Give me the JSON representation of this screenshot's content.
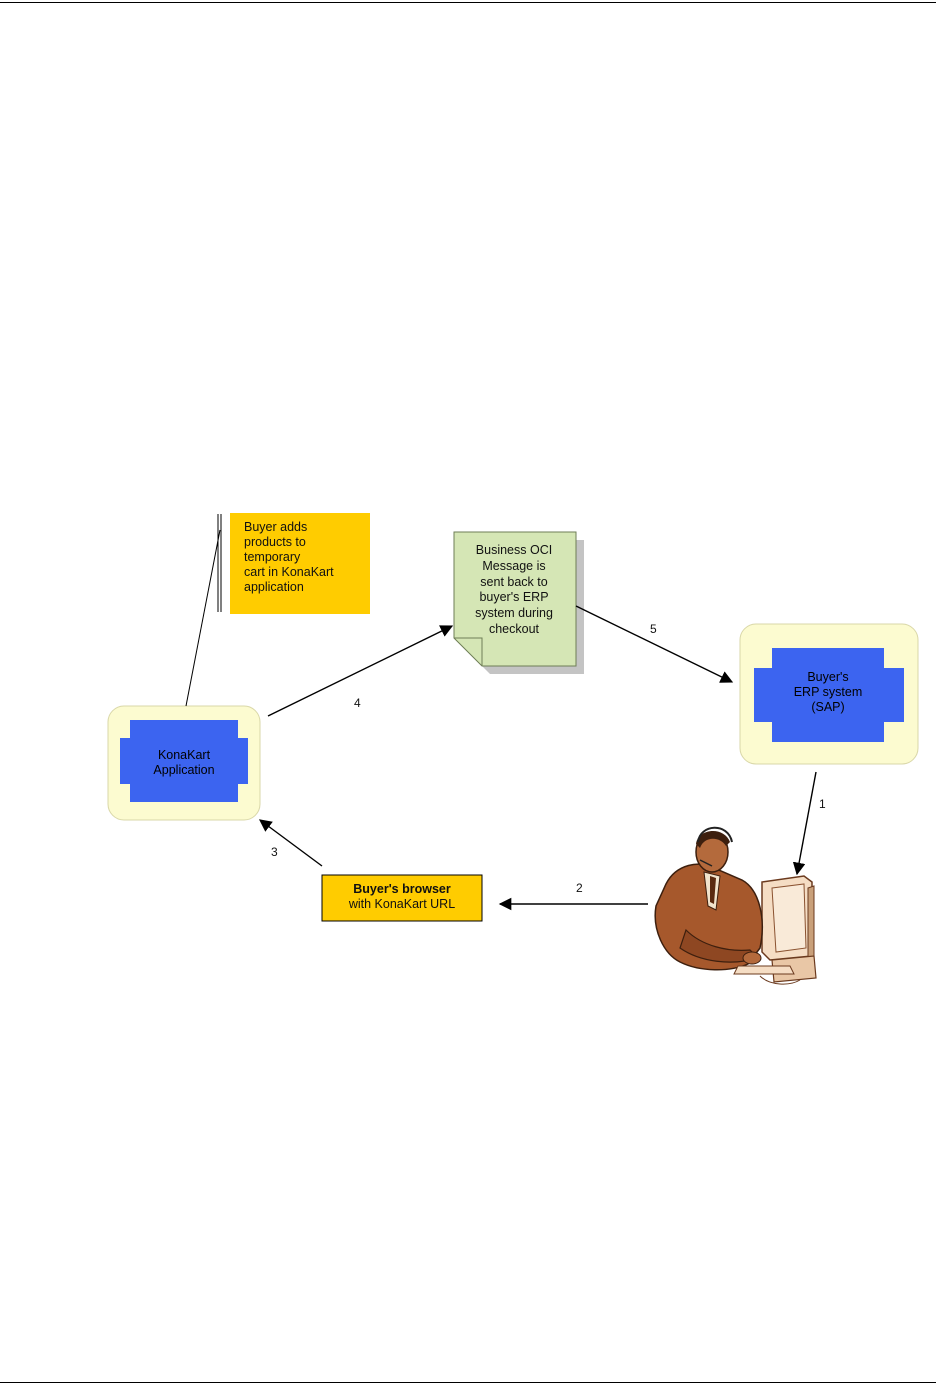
{
  "colors": {
    "node_outer": "#fcfbd0",
    "node_inner": "#3c64f0",
    "note_fill": "#ffcc00",
    "message_fill": "#d5e6b5",
    "shadow": "#c4c4c4"
  },
  "nodes": {
    "konakart": {
      "line1": "KonaKart",
      "line2": "Application"
    },
    "erp": {
      "line1": "Buyer's",
      "line2": "ERP system",
      "line3": "(SAP)"
    },
    "browser": {
      "title": "Buyer's browser",
      "subtitle": "with KonaKart URL"
    }
  },
  "note": {
    "lines": [
      "Buyer adds",
      "products to",
      "temporary",
      "cart in KonaKart",
      "application"
    ]
  },
  "message": {
    "lines": [
      "Business OCI",
      "Message is",
      "sent back to",
      "buyer's ERP",
      "system during",
      "checkout"
    ]
  },
  "steps": {
    "s1": "1",
    "s2": "2",
    "s3": "3",
    "s4": "4",
    "s5": "5"
  },
  "icons": {
    "buyer": "person-at-computer-icon"
  }
}
